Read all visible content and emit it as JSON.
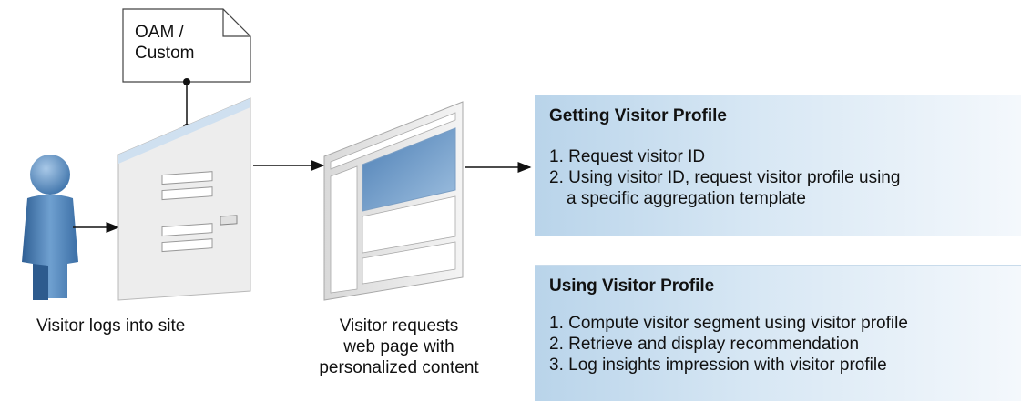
{
  "note": {
    "lines": [
      "OAM /",
      "Custom"
    ]
  },
  "captions": {
    "login": "Visitor logs into site",
    "request": [
      "Visitor requests",
      "web page with",
      "personalized content"
    ]
  },
  "panels": [
    {
      "title": "Getting Visitor Profile",
      "items": [
        "1. Request visitor ID",
        "2. Using visitor ID, request visitor profile using",
        "a specific aggregation template"
      ]
    },
    {
      "title": "Using Visitor Profile",
      "items": [
        "1. Compute visitor segment using visitor profile",
        "2. Retrieve and display recommendation",
        "3. Log insights impression with visitor profile"
      ]
    }
  ],
  "colors": {
    "panel_blue": "#b9d4ea",
    "person_blue": "#4f87bd",
    "screen_blue": "#6f9bc8"
  }
}
